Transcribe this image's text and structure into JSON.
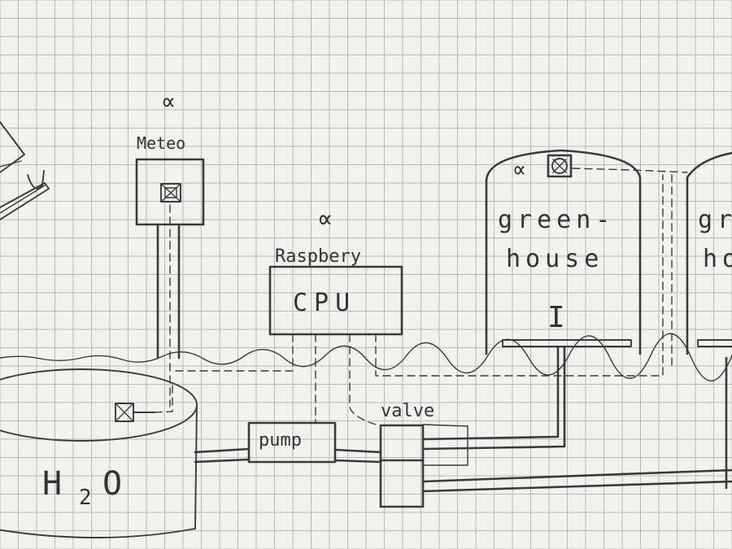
{
  "diagram": {
    "labels": {
      "meteo": "Meteo",
      "raspberry": "Raspbery",
      "cpu": "CPU",
      "greenhouse_line1": "green-",
      "greenhouse_line2": "house",
      "greenhouse2_line1": "gr",
      "greenhouse2_line2": "ho",
      "pump": "pump",
      "valve": "valve",
      "water_h": "H",
      "water_2": "2",
      "water_o": "O",
      "meteo_alpha": "∝",
      "raspberry_alpha": "∝",
      "greenhouse_alpha": "∝",
      "greenhouse_gauge": "I"
    },
    "sensor_icons": [
      "sensor-box-meteo",
      "sensor-box-greenhouse",
      "sensor-box-water"
    ],
    "colors": {
      "paper": "#f1f1ef",
      "grid": "#b9b9b6",
      "ink": "#3a3a3a"
    }
  }
}
